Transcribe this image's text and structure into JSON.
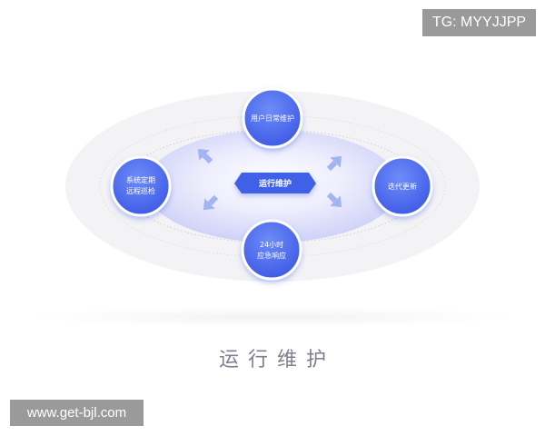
{
  "watermarks": {
    "top_right": "TG: MYYJJPP",
    "bottom_left": "www.get-bjl.com"
  },
  "diagram": {
    "center": "运行维护",
    "nodes": {
      "top": [
        "用户日常维护"
      ],
      "left": [
        "系统定期",
        "远程巡检"
      ],
      "right": [
        "迭代更新"
      ],
      "bottom": [
        "24小时",
        "应急响应"
      ]
    }
  },
  "caption": "运行维护",
  "colors": {
    "node_blue": "#4f6df3",
    "center_blue": "#3f5ee6",
    "arrow": "#a3b4f2",
    "ellipse_outer": "#f3f3f5",
    "ellipse_inner": "#dcdcfb"
  }
}
